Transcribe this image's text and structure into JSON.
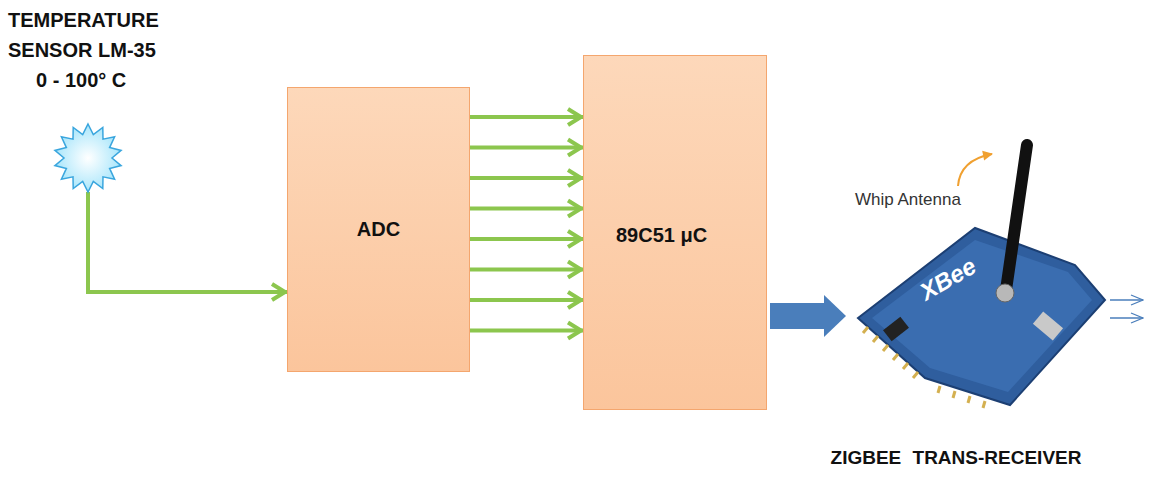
{
  "diagram": {
    "nodes": [
      {
        "text": [
          "TEMPERATURE SENSOR LM-35",
          "0 - 100° C"
        ]
      },
      {
        "text": [
          "ADC"
        ]
      },
      {
        "text": [
          "89C51 μC"
        ]
      },
      {
        "text": [
          "ZIGBEE TRANS-RECEIVER"
        ]
      }
    ],
    "edges": [
      {
        "from": 0,
        "to": 1,
        "arrow": "to"
      },
      {
        "from": 1,
        "to": 2,
        "arrow": "to"
      },
      {
        "from": 1,
        "to": 2,
        "arrow": "to"
      },
      {
        "from": 1,
        "to": 2,
        "arrow": "to"
      },
      {
        "from": 1,
        "to": 2,
        "arrow": "to"
      },
      {
        "from": 1,
        "to": 2,
        "arrow": "to"
      },
      {
        "from": 1,
        "to": 2,
        "arrow": "to"
      },
      {
        "from": 1,
        "to": 2,
        "arrow": "to"
      },
      {
        "from": 1,
        "to": 2,
        "arrow": "to"
      },
      {
        "from": 2,
        "to": 3,
        "arrow": "to"
      }
    ],
    "labels": [
      "Whip Antenna",
      "XBee"
    ]
  }
}
